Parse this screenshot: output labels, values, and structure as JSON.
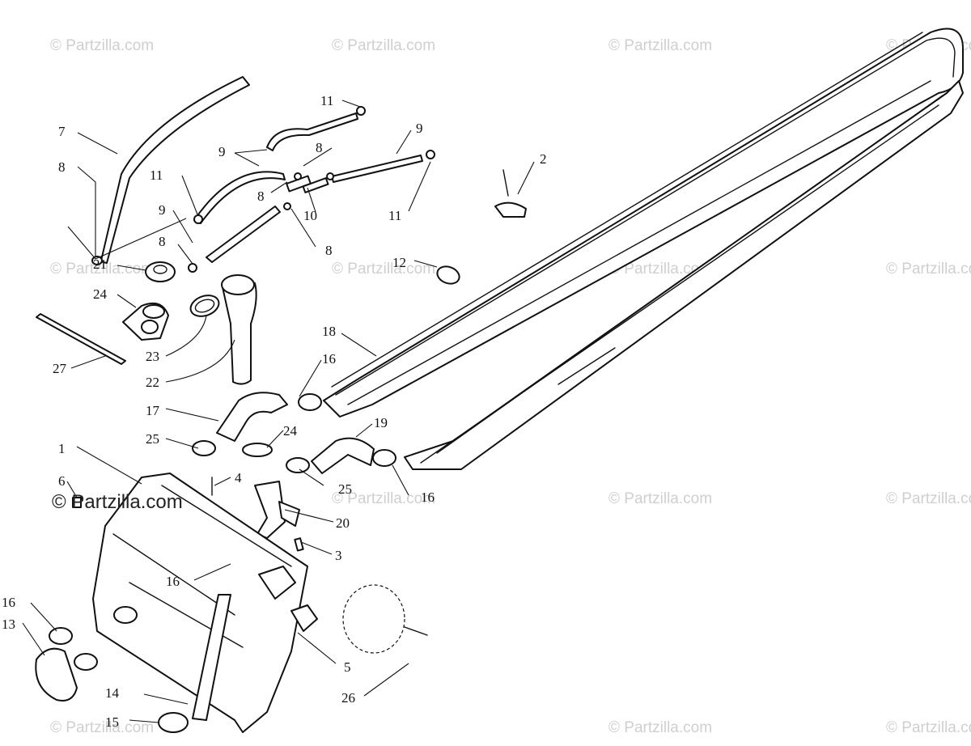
{
  "watermark": {
    "text": "© Partzilla.com",
    "foreground_text": "© Partzilla.com",
    "color": "#cfcfcf"
  },
  "callouts": {
    "c1": "1",
    "c2": "2",
    "c3": "3",
    "c4": "4",
    "c5": "5",
    "c6": "6",
    "c7": "7",
    "c8a": "8",
    "c8b": "8",
    "c8c": "8",
    "c8d": "8",
    "c8e": "8",
    "c9a": "9",
    "c9b": "9",
    "c9c": "9",
    "c10": "10",
    "c11a": "11",
    "c11b": "11",
    "c11c": "11",
    "c12": "12",
    "c13": "13",
    "c14": "14",
    "c15": "15",
    "c16a": "16",
    "c16b": "16",
    "c16c": "16",
    "c16d": "16",
    "c17": "17",
    "c18": "18",
    "c19": "19",
    "c20": "20",
    "c21": "21",
    "c22": "22",
    "c23": "23",
    "c24a": "24",
    "c24b": "24",
    "c25a": "25",
    "c25b": "25",
    "c26": "26",
    "c27": "27"
  }
}
